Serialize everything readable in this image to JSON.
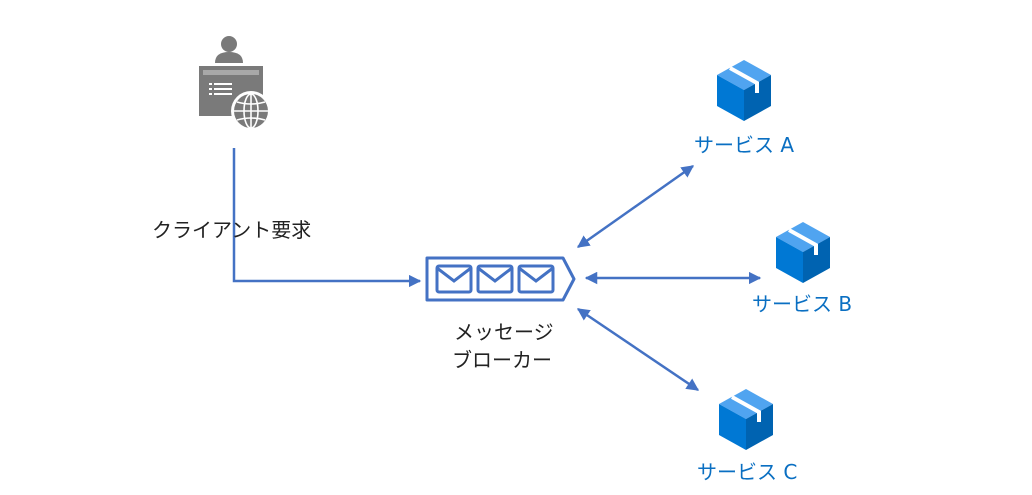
{
  "client": {
    "request_label": "クライアント要求"
  },
  "broker": {
    "label_line1": "メッセージ",
    "label_line2": "ブローカー"
  },
  "services": [
    {
      "label": "サービス A"
    },
    {
      "label": "サービス B"
    },
    {
      "label": "サービス C"
    }
  ],
  "icons": {
    "client": "client-computer-globe-icon",
    "broker": "message-queue-icon",
    "service": "cube-icon"
  },
  "colors": {
    "arrow": "#4472c4",
    "service_icon": "#0078d4",
    "service_label": "#0a6fc2",
    "client_icon": "#7a7a7a",
    "text": "#222222"
  }
}
